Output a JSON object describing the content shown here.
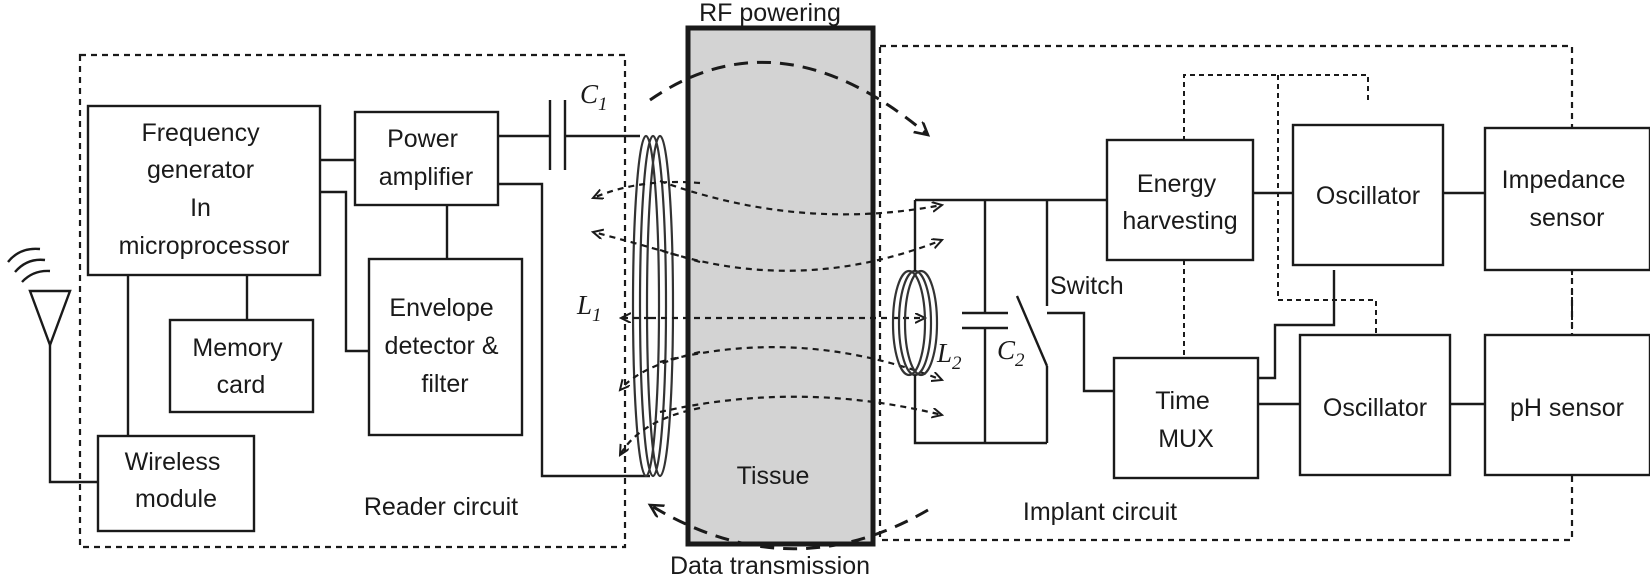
{
  "labels": {
    "rf_powering": "RF powering",
    "data_transmission": "Data transmission",
    "tissue": "Tissue",
    "reader_circuit": "Reader circuit",
    "implant_circuit": "Implant circuit",
    "switch": "Switch",
    "c1": "C",
    "c1_sub": "1",
    "c2": "C",
    "c2_sub": "2",
    "l1": "L",
    "l1_sub": "1",
    "l2": "L",
    "l2_sub": "2"
  },
  "blocks": {
    "freq_gen": [
      "Frequency",
      "generator",
      "In",
      "microprocessor"
    ],
    "power_amp": [
      "Power",
      "amplifier"
    ],
    "envelope": [
      "Envelope",
      "detector &",
      "filter"
    ],
    "memory": [
      "Memory",
      "card"
    ],
    "wireless": [
      "Wireless",
      "module"
    ],
    "energy": [
      "Energy",
      "harvesting"
    ],
    "osc_top": [
      "Oscillator"
    ],
    "impedance": [
      "Impedance",
      "sensor"
    ],
    "time_mux": [
      "Time",
      "MUX"
    ],
    "osc_bottom": [
      "Oscillator"
    ],
    "ph": [
      "pH sensor"
    ]
  },
  "colors": {
    "tissue_fill": "#d3d3d3",
    "ink": "#1a1a1a"
  }
}
